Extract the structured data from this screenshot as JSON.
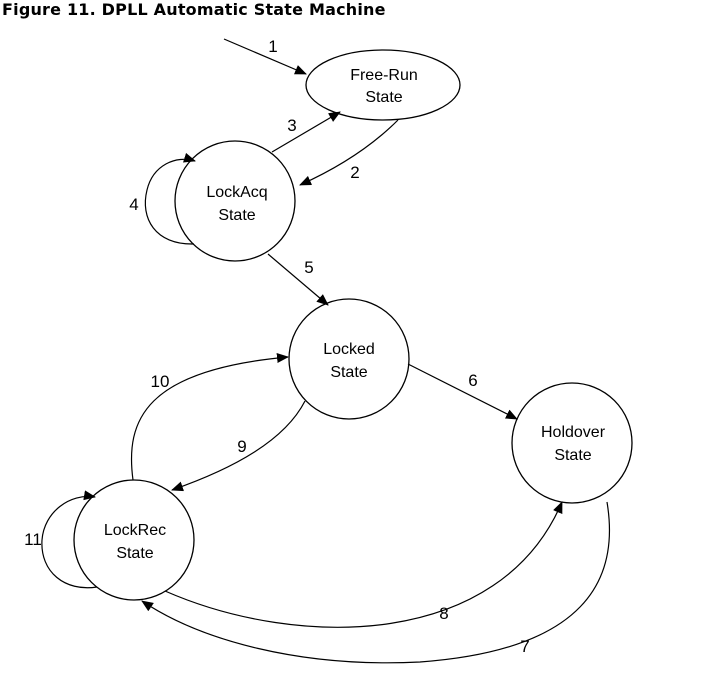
{
  "figure": {
    "title": "Figure 11.  DPLL Automatic State Machine"
  },
  "states": {
    "free_run": {
      "line1": "Free-Run",
      "line2": "State"
    },
    "lockacq": {
      "line1": "LockAcq",
      "line2": "State"
    },
    "locked": {
      "line1": "Locked",
      "line2": "State"
    },
    "holdover": {
      "line1": "Holdover",
      "line2": "State"
    },
    "lockrec": {
      "line1": "LockRec",
      "line2": "State"
    }
  },
  "transitions": {
    "t1": "1",
    "t2": "2",
    "t3": "3",
    "t4": "4",
    "t5": "5",
    "t6": "6",
    "t7": "7",
    "t8": "8",
    "t9": "9",
    "t10": "10",
    "t11": "11"
  }
}
